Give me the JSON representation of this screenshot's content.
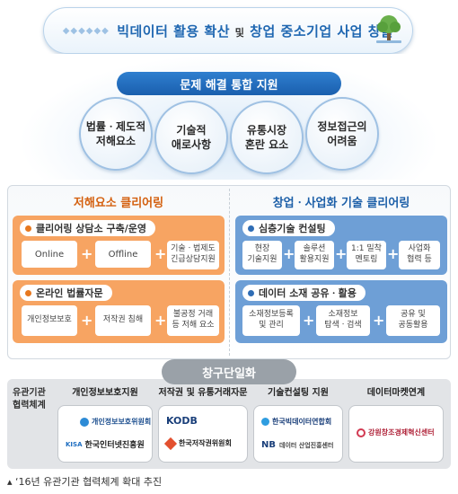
{
  "banner": {
    "title_left": "빅데이터 활용 확산",
    "connector": "및",
    "title_right": "창업 중소기업 사업 창출"
  },
  "hub_top": "문제 해결 통합 지원",
  "problems": [
    "법률ㆍ제도적\n저해요소",
    "기술적\n애로사항",
    "유통시장\n혼란 요소",
    "정보접근의\n어려움"
  ],
  "left_column": {
    "title": "저해요소 클리어링",
    "section1": {
      "label": "클리어링 상담소 구축/운영",
      "items": [
        "Online",
        "Offline",
        "기술ㆍ법제도\n긴급상담지원"
      ]
    },
    "section2": {
      "label": "온라인 법률자문",
      "items": [
        "개인정보보호",
        "저작권 침해",
        "불공정 거래\n등 저해 요소"
      ]
    }
  },
  "right_column": {
    "title": "창업ㆍ사업화 기술 클리어링",
    "section1": {
      "label": "심층기술 컨설팅",
      "items": [
        "현장\n기술지원",
        "솔루션\n활용지원",
        "1:1 밀착\n멘토링",
        "사업화\n협력 등"
      ]
    },
    "section2": {
      "label": "데이터 소재 공유ㆍ활용",
      "items": [
        "소재정보등록\n및 관리",
        "소재정보\n탐색ㆍ검색",
        "공유 및\n공동활용"
      ]
    }
  },
  "hub_bottom": "창구단일화",
  "side_label": "유관기관\n협력체계",
  "partners": [
    {
      "title": "개인정보보호지원",
      "logos": [
        "개인정보보호위원회",
        "한국인터넷진흥원"
      ],
      "logo_abbr": [
        "",
        "KISA"
      ]
    },
    {
      "title": "저작권 및 유통거래자문",
      "logos": [
        "KODB",
        "한국저작권위원회"
      ],
      "logo_abbr": [
        "",
        ""
      ]
    },
    {
      "title": "기술컨설팅 지원",
      "logos": [
        "한국빅데이터연합회",
        "데이터 산업진흥센터"
      ],
      "logo_abbr": [
        "",
        "NB"
      ]
    },
    {
      "title": "데이터마켓연계",
      "logos": [
        "강원창조경제혁신센터"
      ],
      "logo_abbr": [
        ""
      ]
    }
  ],
  "footnote": "‘16년 유관기관 협력체계 확대 추진",
  "colors": {
    "orange": "#f7a462",
    "blue": "#6e9fd6",
    "accent": "#1f67b1"
  }
}
